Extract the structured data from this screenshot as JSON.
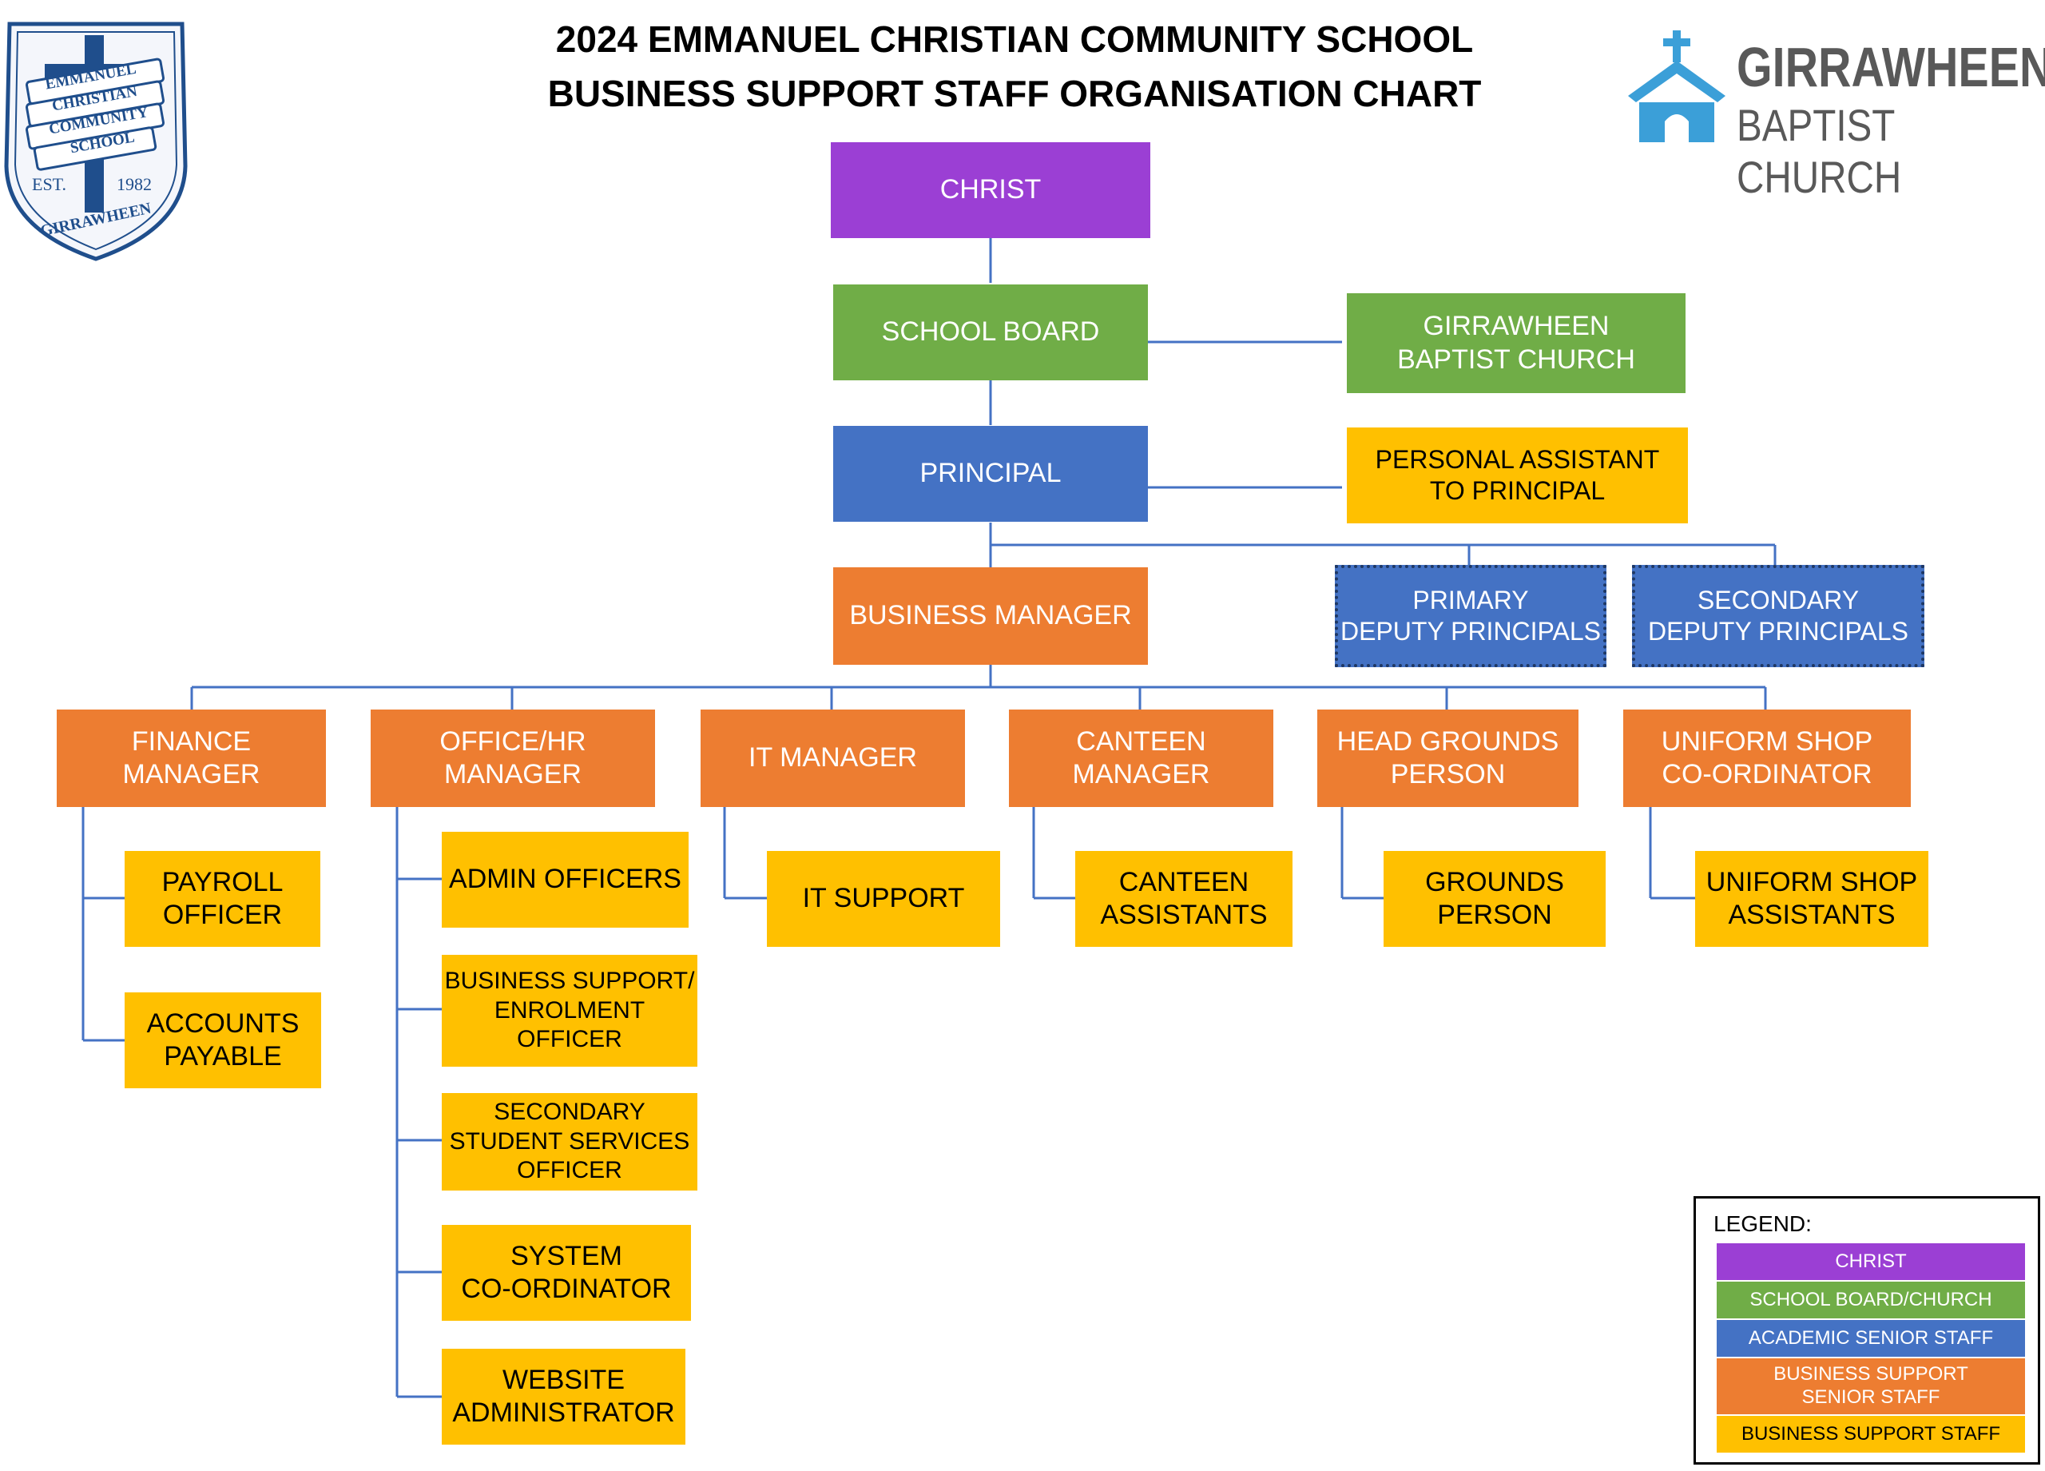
{
  "title": {
    "line1": "2024 EMMANUEL CHRISTIAN COMMUNITY SCHOOL",
    "line2": "BUSINESS SUPPORT STAFF ORGANISATION CHART"
  },
  "crest": {
    "name_line1": "EMMANUEL",
    "name_line2": "CHRISTIAN",
    "name_line3": "COMMUNITY",
    "name_line4": "SCHOOL",
    "est": "EST.",
    "year": "1982",
    "suburb": "GIRRAWHEEN"
  },
  "church_logo": {
    "line1": "GIRRAWHEEN",
    "line2": "BAPTIST CHURCH"
  },
  "boxes": {
    "christ": "CHRIST",
    "school_board": "SCHOOL BOARD",
    "girrawheen_church": "GIRRAWHEEN\nBAPTIST CHURCH",
    "principal": "PRINCIPAL",
    "personal_assistant": "PERSONAL ASSISTANT\nTO PRINCIPAL",
    "business_manager": "BUSINESS MANAGER",
    "primary_deputy": "PRIMARY\nDEPUTY PRINCIPALS",
    "secondary_deputy": "SECONDARY\nDEPUTY PRINCIPALS",
    "finance_manager": "FINANCE\nMANAGER",
    "office_hr_manager": "OFFICE/HR\nMANAGER",
    "it_manager": "IT MANAGER",
    "canteen_manager": "CANTEEN MANAGER",
    "head_grounds": "HEAD GROUNDS\nPERSON",
    "uniform_coordinator": "UNIFORM SHOP\nCO-ORDINATOR",
    "payroll_officer": "PAYROLL\nOFFICER",
    "accounts_payable": "ACCOUNTS\nPAYABLE",
    "admin_officers": "ADMIN OFFICERS",
    "business_support_enrolment": "BUSINESS SUPPORT/\nENROLMENT OFFICER",
    "secondary_student_services": "SECONDARY\nSTUDENT SERVICES\nOFFICER",
    "system_coordinator": "SYSTEM\nCO-ORDINATOR",
    "website_administrator": "WEBSITE\nADMINISTRATOR",
    "it_support": "IT SUPPORT",
    "canteen_assistants": "CANTEEN\nASSISTANTS",
    "grounds_person": "GROUNDS\nPERSON",
    "uniform_assistants": "UNIFORM SHOP\nASSISTANTS"
  },
  "legend": {
    "title": "LEGEND:",
    "items": [
      {
        "label": "CHRIST",
        "color": "#9b3fd4"
      },
      {
        "label": "SCHOOL BOARD/CHURCH",
        "color": "#70ad47"
      },
      {
        "label": "ACADEMIC SENIOR STAFF",
        "color": "#4472c4"
      },
      {
        "label": "BUSINESS SUPPORT\nSENIOR STAFF",
        "color": "#ed7d31"
      },
      {
        "label": "BUSINESS SUPPORT STAFF",
        "color": "#ffc000"
      }
    ]
  },
  "colors": {
    "connector": "#4472c4",
    "crest_blue": "#1f4e8c",
    "church_icon": "#3b9fd8",
    "church_text": "#595959"
  }
}
